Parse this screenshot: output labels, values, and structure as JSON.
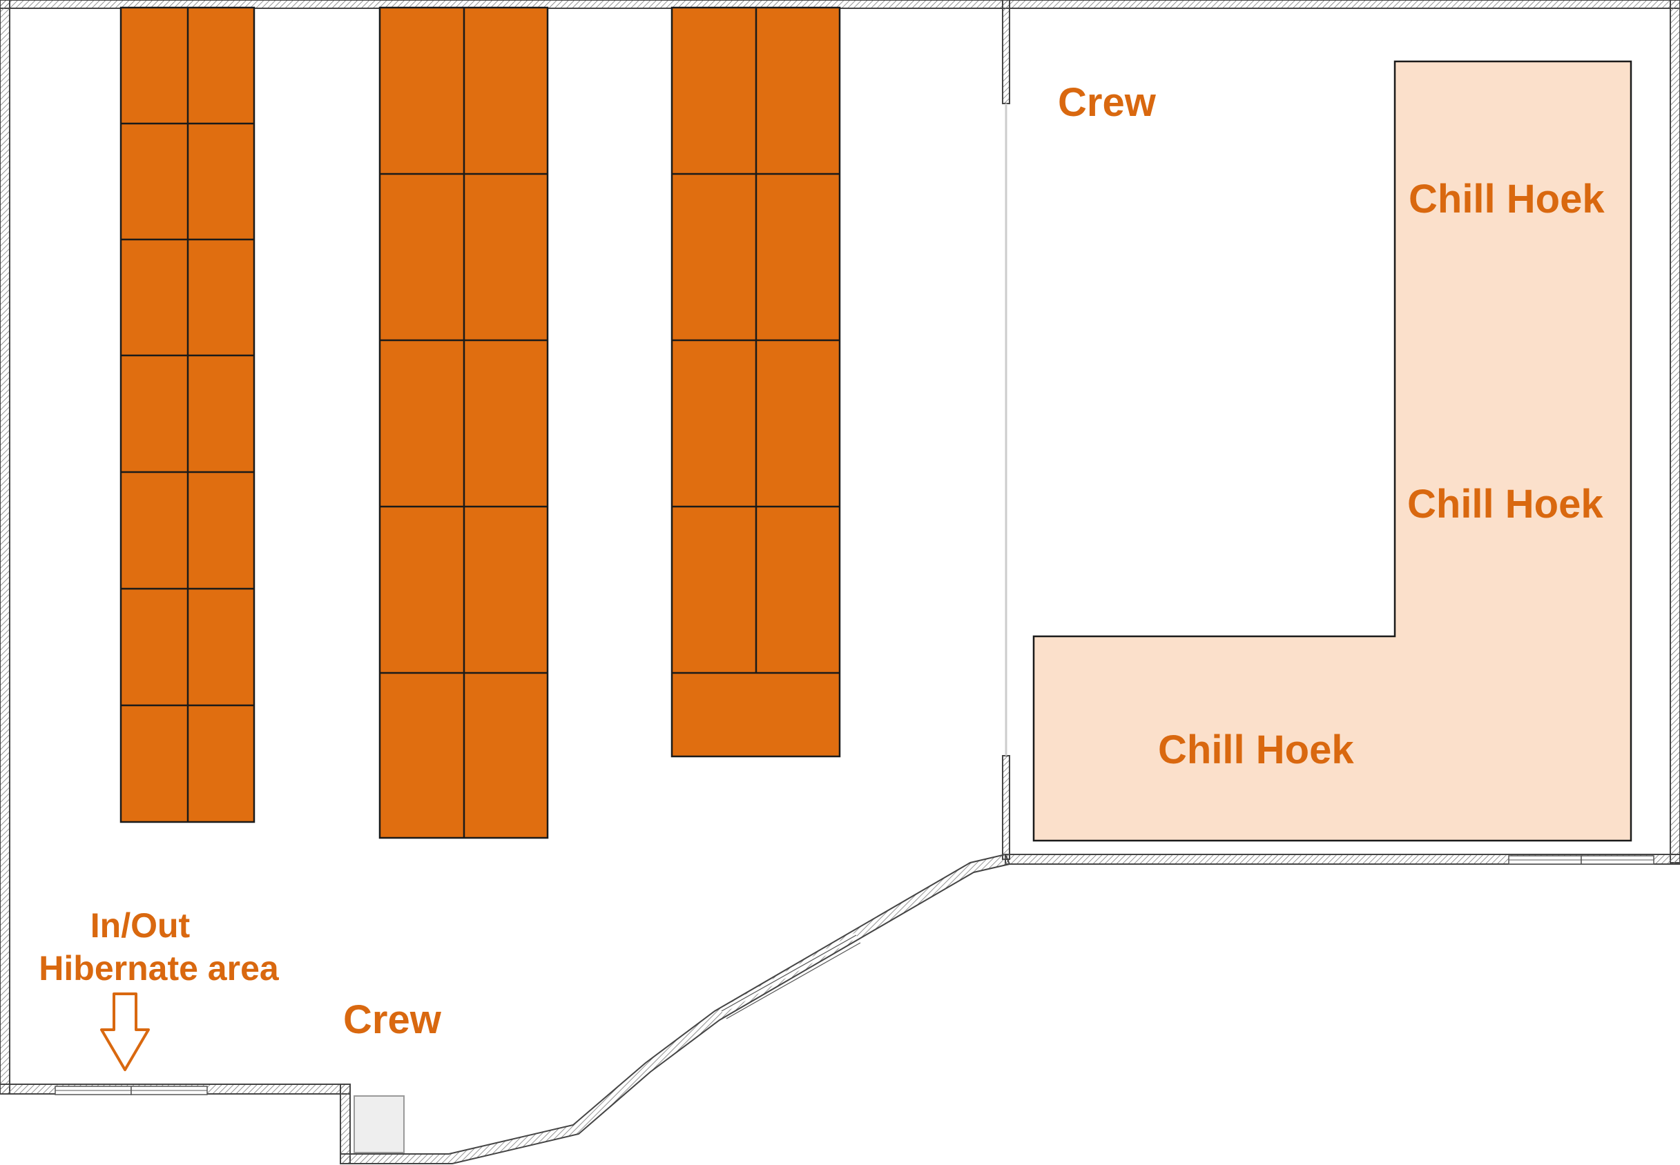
{
  "labels": {
    "crew_top": "Crew",
    "crew_bottom": "Crew",
    "chill_hoek_1": "Chill Hoek",
    "chill_hoek_2": "Chill Hoek",
    "chill_hoek_3": "Chill Hoek",
    "entrance_line1": "In/Out",
    "entrance_line2": "Hibernate area"
  },
  "colors": {
    "accent_orange": "#E06E10",
    "label_orange": "#D9680F",
    "chill_fill": "#FBE0CB",
    "wall": "#505050",
    "outline": "#1a1a1a"
  }
}
